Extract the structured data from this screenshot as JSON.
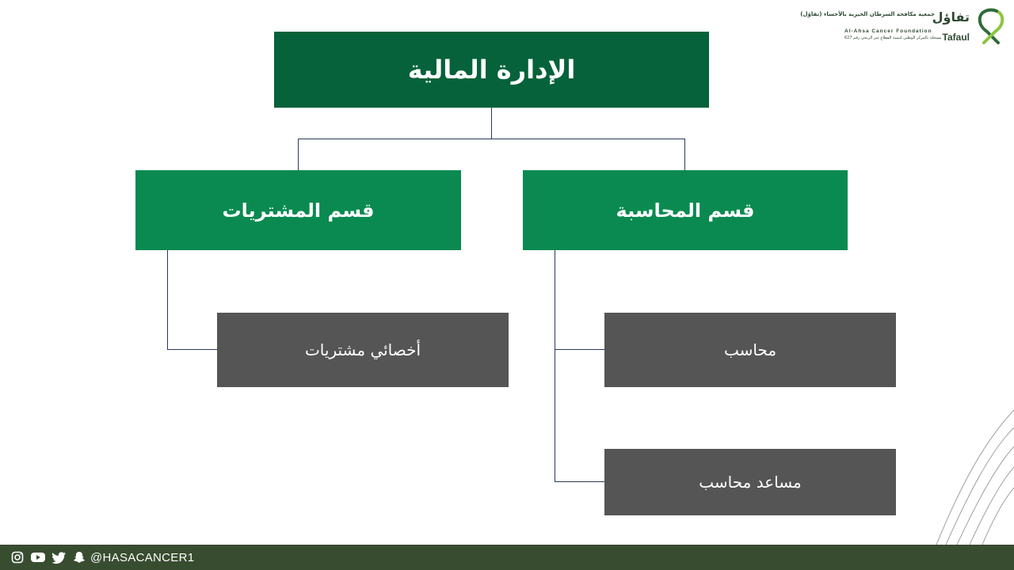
{
  "logo": {
    "arabic_name": "تفاؤل",
    "arabic_subtitle": "جمعية مكافحة السرطان الخيرية بالأحساء (تفاؤل)",
    "english_name": "Al-Ahsa Cancer Foundation",
    "description": "مسجلة بالمركز الوطني لتنمية القطاع غير الربحي رقم 627",
    "latin_name": "Tafaul"
  },
  "chart": {
    "root": "الإدارة المالية",
    "departments": [
      {
        "name": "قسم المحاسبة",
        "roles": [
          "محاسب",
          "مساعد محاسب"
        ]
      },
      {
        "name": "قسم المشتريات",
        "roles": [
          "أخصائي مشتريات"
        ]
      }
    ]
  },
  "footer": {
    "handle": "@HASACANCER1",
    "icons": [
      "instagram-icon",
      "youtube-icon",
      "twitter-icon",
      "snapchat-icon"
    ]
  },
  "colors": {
    "root_box": "#05623a",
    "department_box": "#0a8a50",
    "role_box": "#555555",
    "connector": "#2a3a5c",
    "footer_bar": "#384d2f"
  }
}
